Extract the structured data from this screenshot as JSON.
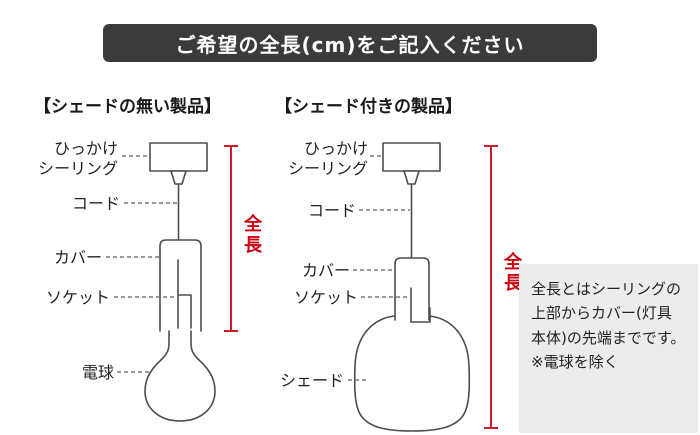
{
  "banner": {
    "text": "ご希望の全長(cm)をご記入ください"
  },
  "left_section": {
    "title": "【シェードの無い製品】",
    "label_hook_line1": "ひっかけ",
    "label_hook_line2": "シーリング",
    "label_cord": "コード",
    "label_cover": "カバー",
    "label_socket": "ソケット",
    "label_bulb": "電球",
    "measure_label": "全長"
  },
  "right_section": {
    "title": "【シェード付きの製品】",
    "label_hook_line1": "ひっかけ",
    "label_hook_line2": "シーリング",
    "label_cord": "コード",
    "label_cover": "カバー",
    "label_socket": "ソケット",
    "label_shade": "シェード",
    "measure_label": "全長"
  },
  "note": {
    "body": "全長とはシーリングの上部からカバー(灯具本体)の先端までです。",
    "exclusion": "※電球を除く"
  },
  "colors": {
    "banner_bg": "#3b3b3b",
    "banner_text": "#ffffff",
    "measure_red": "#cc0011",
    "outline_gray": "#4d4d4d",
    "leader_gray": "#7a7a7a",
    "note_bg": "#ececec",
    "text_dark": "#222222"
  }
}
